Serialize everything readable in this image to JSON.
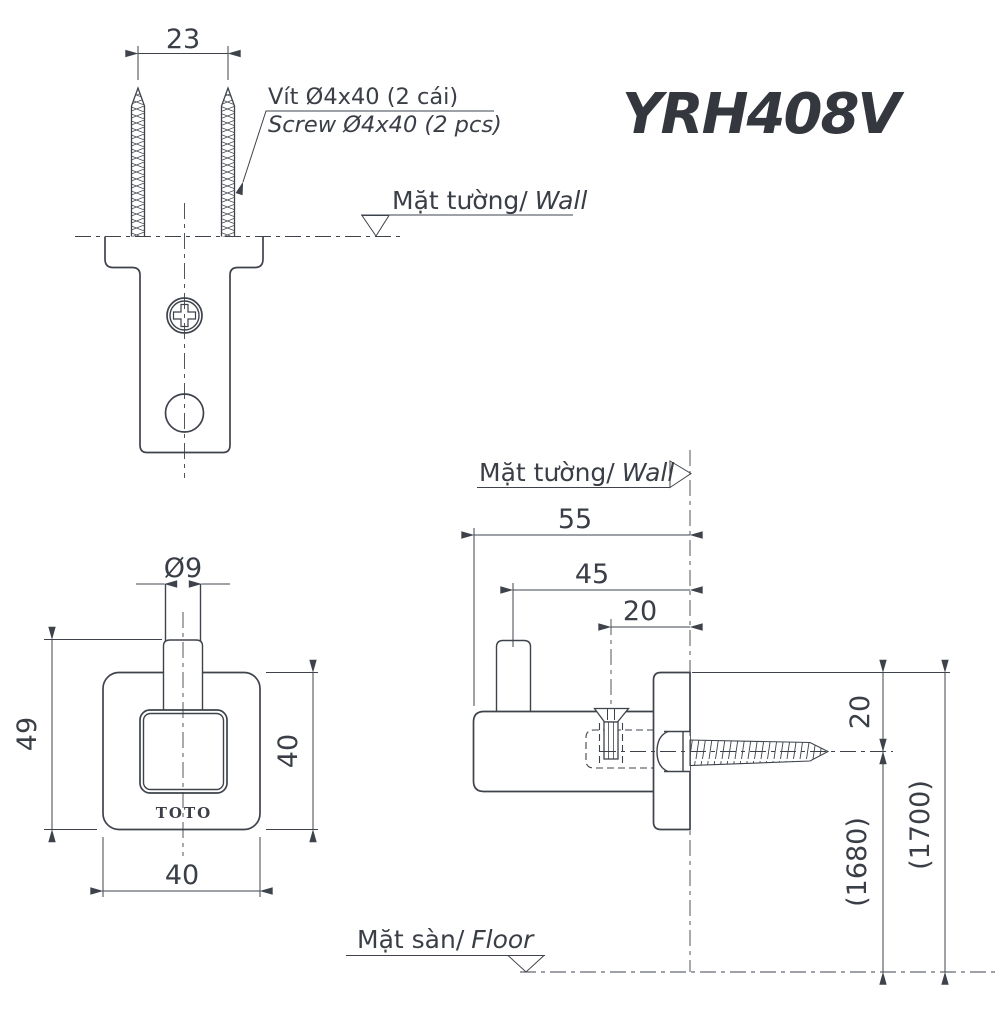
{
  "product_code": "YRH408V",
  "brand": "TOTO",
  "callout": {
    "line1": "Vít Ø4x40 (2 cái)",
    "line2": "Screw Ø4x40 (2 pcs)"
  },
  "references": {
    "wall_vi": "Mặt tường/",
    "wall_en": "Wall",
    "floor_vi": "Mặt sàn/",
    "floor_en": "Floor"
  },
  "dims": {
    "screw_spacing": "23",
    "pin_diameter": "Ø9",
    "overall_height": "49",
    "plate_width": "40",
    "plate_height": "40",
    "overall_depth": "55",
    "pin_depth": "45",
    "setscrew_depth": "20",
    "axis_offset": "20",
    "axis_height": "(1680)",
    "mount_height": "(1700)"
  },
  "colors": {
    "line": "#3e434b",
    "text": "#3a3e46",
    "title": "#34373d",
    "background": "#ffffff"
  }
}
